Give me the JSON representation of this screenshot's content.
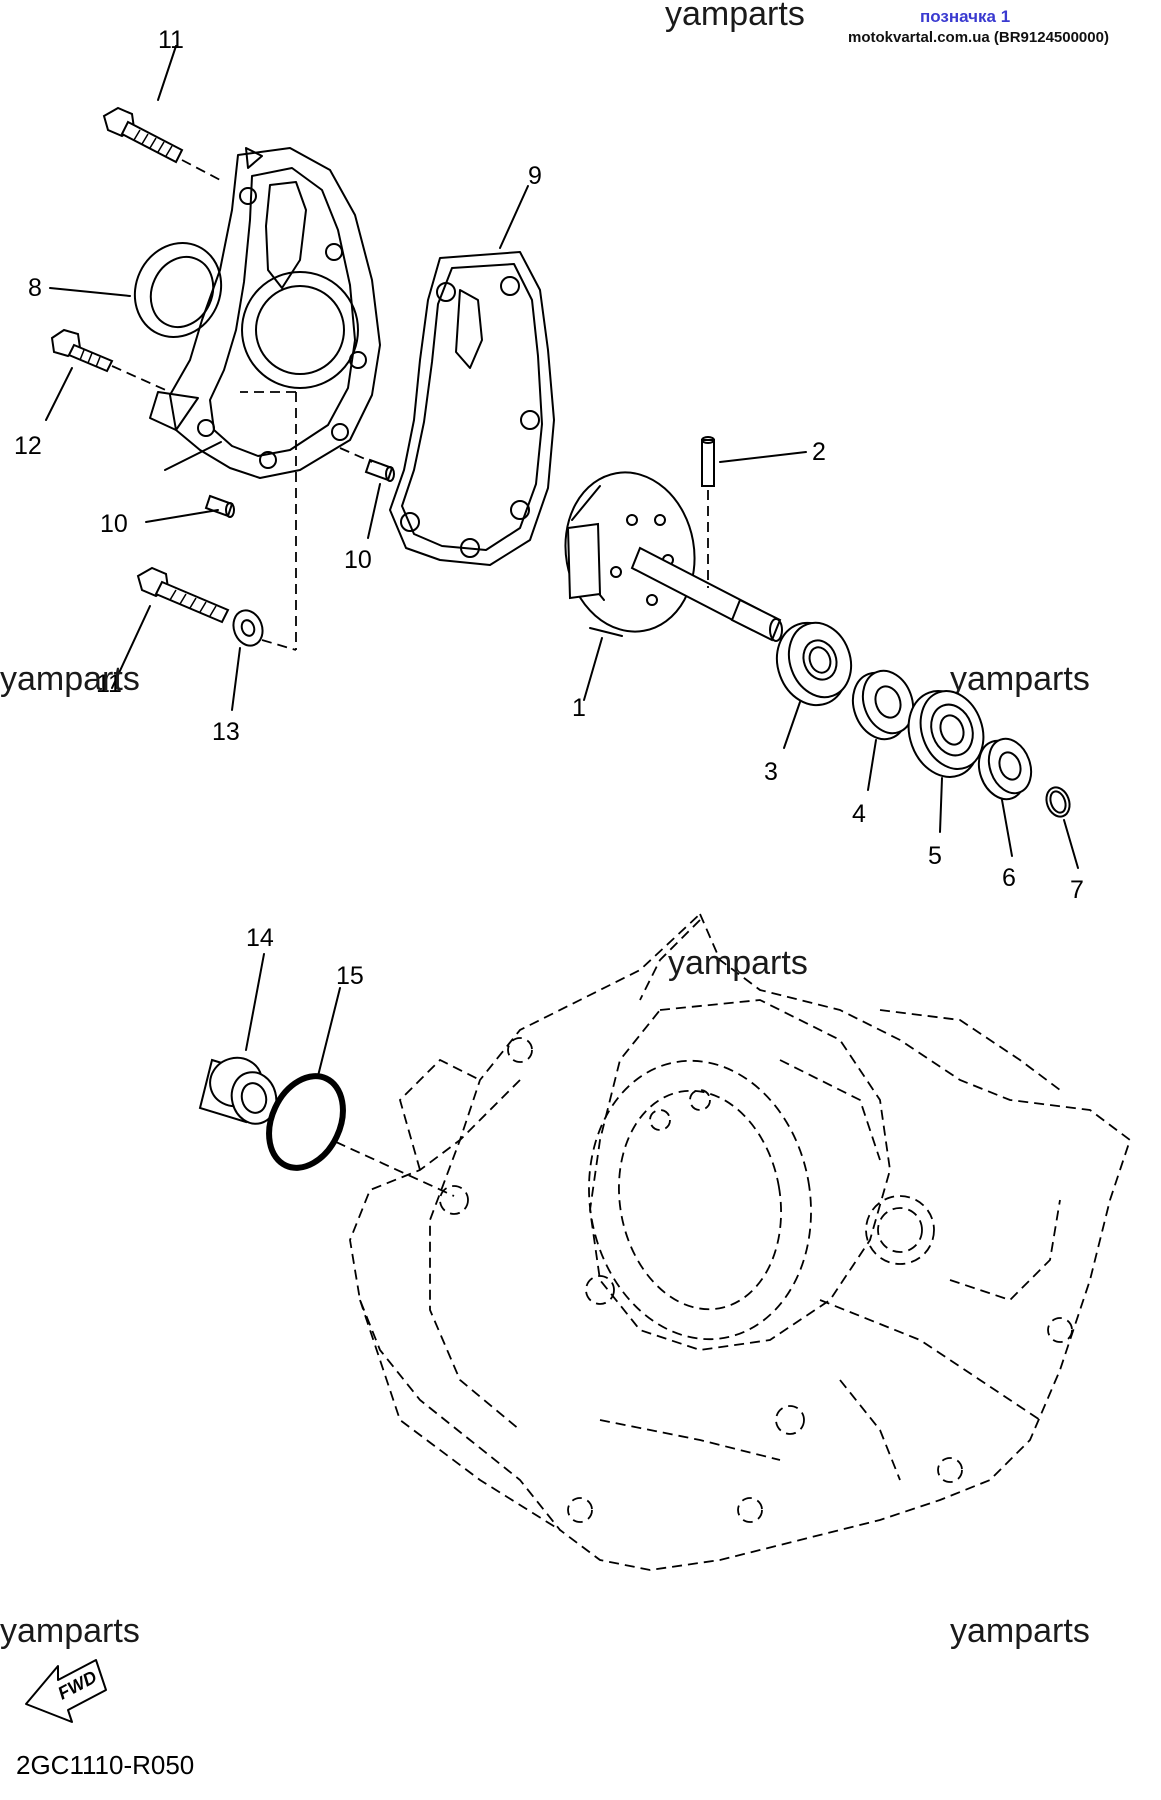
{
  "header": {
    "note_blue": "позначка 1",
    "note_source": "motokvartal.com.ua (BR9124500000)"
  },
  "watermarks": [
    "yamparts",
    "yamparts",
    "yamparts",
    "yamparts",
    "yamparts",
    "yamparts"
  ],
  "callouts": {
    "c1": "1",
    "c2": "2",
    "c3": "3",
    "c4": "4",
    "c5": "5",
    "c6": "6",
    "c7": "7",
    "c8": "8",
    "c9": "9",
    "c10a": "10",
    "c10b": "10",
    "c11a": "11",
    "c11b": "11",
    "c12": "12",
    "c13": "13",
    "c14": "14",
    "c15": "15"
  },
  "footer": {
    "fwd_badge": "FWD",
    "diagram_code": "2GC1110-R050"
  }
}
